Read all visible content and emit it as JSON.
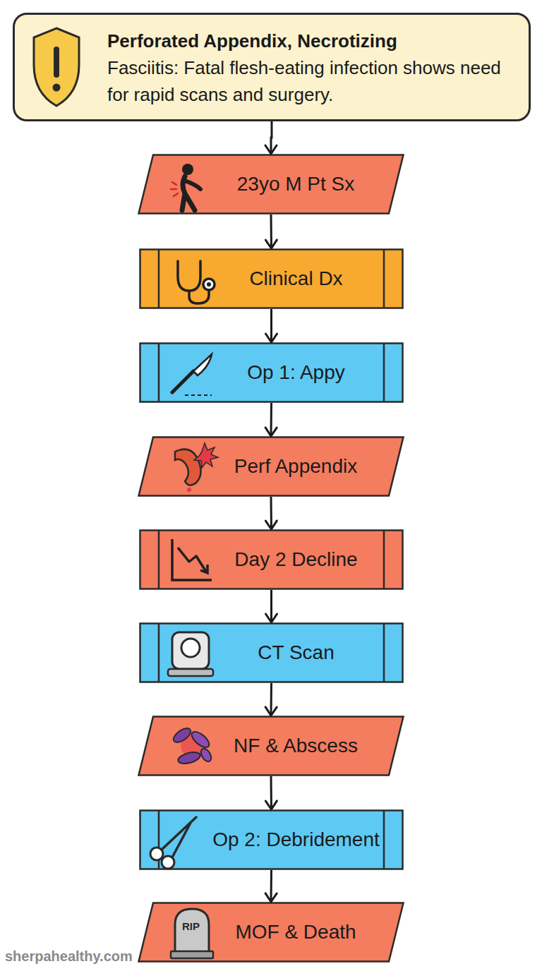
{
  "diagram": {
    "nodes": [
      {
        "text": [
          "Perforated Appendix, Necrotizing",
          "Fasciitis: Fatal flesh-eating infection shows need for rapid scans and surgery."
        ]
      },
      {
        "text": [
          "23yo M Pt Sx"
        ]
      },
      {
        "text": [
          "Clinical Dx"
        ]
      },
      {
        "text": [
          "Op 1: Appy"
        ]
      },
      {
        "text": [
          "Perf Appendix"
        ]
      },
      {
        "text": [
          "Day 2 Decline"
        ]
      },
      {
        "text": [
          "CT Scan"
        ]
      },
      {
        "text": [
          "NF & Abscess"
        ]
      },
      {
        "text": [
          "Op 2: Debridement"
        ]
      },
      {
        "text": [
          "MOF & Death"
        ]
      }
    ],
    "edges": [
      {
        "from": 0,
        "to": 1,
        "arrow": "to"
      },
      {
        "from": 1,
        "to": 2,
        "arrow": "to"
      },
      {
        "from": 2,
        "to": 3,
        "arrow": "to"
      },
      {
        "from": 3,
        "to": 4,
        "arrow": "to"
      },
      {
        "from": 4,
        "to": 5,
        "arrow": "to"
      },
      {
        "from": 5,
        "to": 6,
        "arrow": "to"
      },
      {
        "from": 6,
        "to": 7,
        "arrow": "to"
      },
      {
        "from": 7,
        "to": 8,
        "arrow": "to"
      },
      {
        "from": 8,
        "to": 9,
        "arrow": "to"
      }
    ],
    "labels": [
      "RIP",
      "sherpahealthy.com"
    ]
  }
}
